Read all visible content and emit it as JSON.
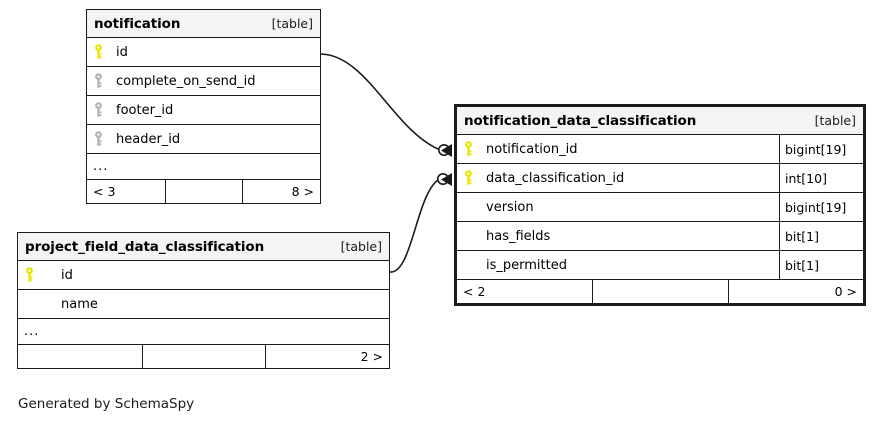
{
  "diagram": {
    "generator_caption": "Generated by SchemaSpy",
    "table_tag": "[table]",
    "more_indicator": "...",
    "key_colors": {
      "primary_key": "#e6e600",
      "foreign_key": "#b3b3b3",
      "border": "#1a1a1a",
      "header_background": "#f4f4f4",
      "canvas_background": "#ffffff"
    }
  },
  "tables": [
    {
      "id": "notification",
      "name": "notification",
      "tag": "[table]",
      "emphasis": false,
      "columns": [
        {
          "name": "id",
          "key": "primary-key-icon",
          "type": ""
        },
        {
          "name": "complete_on_send_id",
          "key": "foreign-key-icon",
          "type": ""
        },
        {
          "name": "footer_id",
          "key": "foreign-key-icon",
          "type": ""
        },
        {
          "name": "header_id",
          "key": "foreign-key-icon",
          "type": ""
        }
      ],
      "has_more_row": true,
      "more_label": "...",
      "footer": {
        "left": "< 3",
        "middle": "",
        "right": "8 >"
      }
    },
    {
      "id": "notification_data_classification",
      "name": "notification_data_classification",
      "tag": "[table]",
      "emphasis": true,
      "columns": [
        {
          "name": "notification_id",
          "key": "primary-key-icon",
          "type": "bigint[19]"
        },
        {
          "name": "data_classification_id",
          "key": "primary-key-icon",
          "type": "int[10]"
        },
        {
          "name": "version",
          "key": "none",
          "type": "bigint[19]"
        },
        {
          "name": "has_fields",
          "key": "none",
          "type": "bit[1]"
        },
        {
          "name": "is_permitted",
          "key": "none",
          "type": "bit[1]"
        }
      ],
      "has_more_row": false,
      "more_label": "",
      "footer": {
        "left": "< 2",
        "middle": "",
        "right": "0 >"
      }
    },
    {
      "id": "project_field_data_classification",
      "name": "project_field_data_classification",
      "tag": "[table]",
      "emphasis": false,
      "columns": [
        {
          "name": "id",
          "key": "primary-key-icon",
          "type": ""
        },
        {
          "name": "name",
          "key": "none",
          "type": ""
        }
      ],
      "has_more_row": true,
      "more_label": "...",
      "footer": {
        "left": "",
        "middle": "",
        "right": "2 >"
      }
    }
  ],
  "relationships": [
    {
      "id": "notification-to-ndc",
      "from_table": "notification",
      "from_column": "id",
      "to_table": "notification_data_classification",
      "to_column": "notification_id",
      "from_cardinality": "one",
      "to_cardinality": "zero-or-many"
    },
    {
      "id": "pfdc-to-ndc",
      "from_table": "project_field_data_classification",
      "from_column": "id",
      "to_table": "notification_data_classification",
      "to_column": "data_classification_id",
      "from_cardinality": "one",
      "to_cardinality": "zero-or-many"
    }
  ]
}
